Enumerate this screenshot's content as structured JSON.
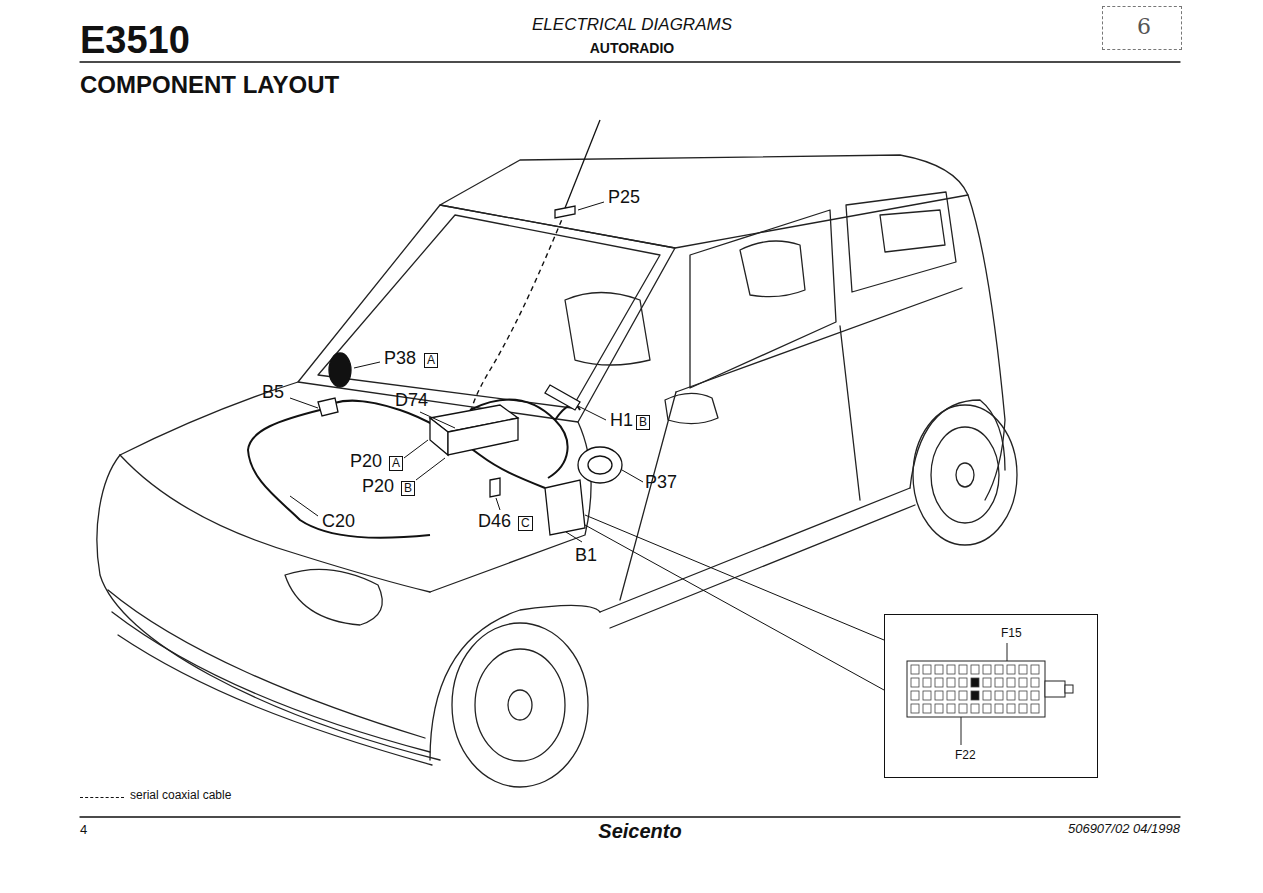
{
  "diagram": {
    "title": "COMPONENT LAYOUT",
    "nodes": [
      {
        "text": [
          "6"
        ]
      },
      {
        "text": [
          "F15",
          "F22"
        ]
      }
    ],
    "labels": [
      "E3510",
      "ELECTRICAL DIAGRAMS",
      "AUTORADIO",
      "P25",
      "P38",
      "A",
      "B5",
      "D74",
      "H1",
      "B",
      "P20",
      "A",
      "P20",
      "B",
      "P37",
      "D46",
      "C",
      "B1",
      "C20",
      "4",
      "Seicento",
      "506907/02 04/1998"
    ],
    "legend": [
      {
        "text": "serial coaxial cable"
      }
    ]
  }
}
